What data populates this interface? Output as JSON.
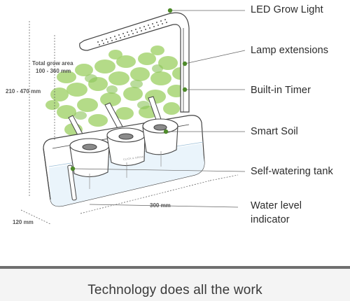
{
  "labels": {
    "led_grow_light": "LED Grow Light",
    "lamp_extensions": "Lamp extensions",
    "built_in_timer": "Built-in Timer",
    "smart_soil": "Smart Soil",
    "self_watering_tank": "Self-watering tank",
    "water_level_indicator_line1": "Water level",
    "water_level_indicator_line2": "indicator"
  },
  "dimensions": {
    "grow_area_title": "Total grow area",
    "grow_area_value": "100 - 360 mm",
    "height": "210 - 470 mm",
    "length": "300 mm",
    "depth": "120 mm"
  },
  "brand_text": "CLICK & GROW",
  "footer": {
    "tagline": "Technology does all the work"
  },
  "colors": {
    "accent_dot": "#4e8a2a",
    "leaf": "#9fd06a",
    "leaf_dark": "#86bf52",
    "line": "#444444",
    "footer_border": "#6f6f6f"
  }
}
